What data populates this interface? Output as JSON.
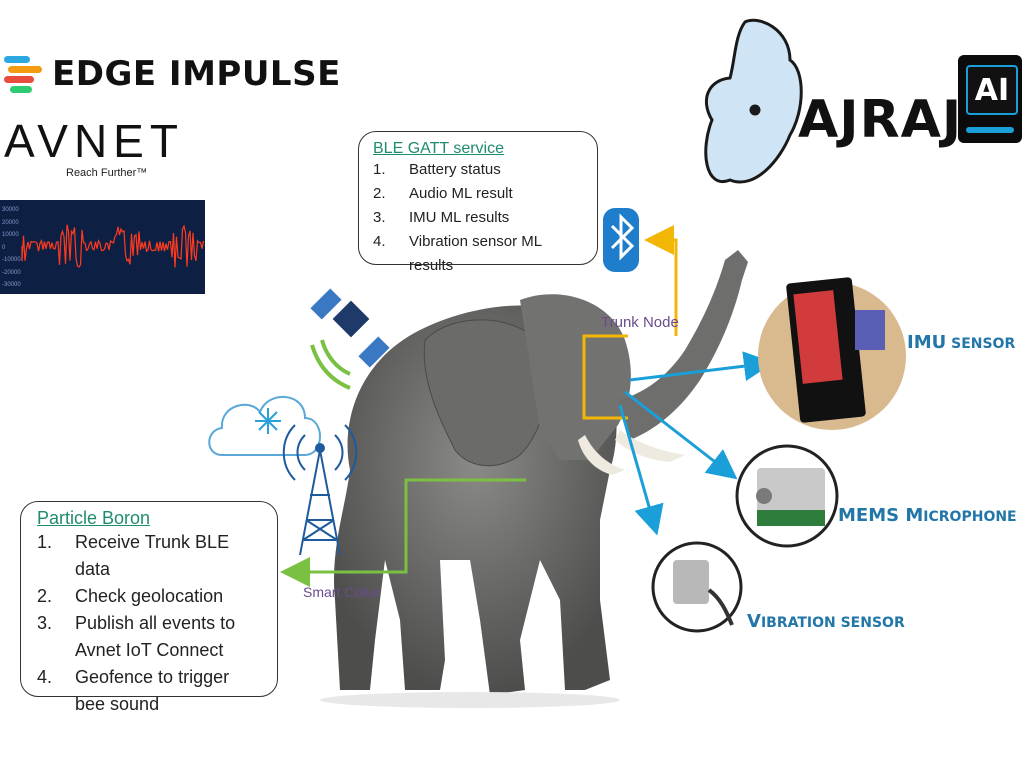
{
  "logos": {
    "edge_impulse": "EDGE IMPULSE",
    "avnet": "AVNET",
    "avnet_tagline": "Reach Further™",
    "ajraj": "AJRAJ",
    "ajraj_dot": ".",
    "ai_badge": "AI"
  },
  "waveform": {
    "y_ticks": [
      "30000",
      "20000",
      "10000",
      "0",
      "-10000",
      "-20000",
      "-30000"
    ]
  },
  "ble_box": {
    "title": "BLE GATT service",
    "items": [
      {
        "num": "1.",
        "text": "Battery status"
      },
      {
        "num": "2.",
        "text": "Audio ML result"
      },
      {
        "num": "3.",
        "text": "IMU ML results"
      },
      {
        "num": "4.",
        "text": "Vibration sensor ML results"
      }
    ]
  },
  "boron_box": {
    "title": "Particle Boron",
    "items": [
      {
        "num": "1.",
        "text": "Receive Trunk BLE data"
      },
      {
        "num": "2.",
        "text": "Check geolocation"
      },
      {
        "num": "3.",
        "text": "Publish all events to Avnet IoT Connect"
      },
      {
        "num": "4.",
        "text": "Geofence to trigger bee sound"
      }
    ]
  },
  "labels": {
    "trunk_node": "Trunk Node",
    "smart_collar": "Smart Collar"
  },
  "sensors": {
    "imu": {
      "big": "IMU",
      "small": " SENSOR"
    },
    "mems": {
      "big1": "MEMS",
      "big2": "M",
      "small": "ICROPHONE"
    },
    "vibration": {
      "big": "V",
      "small": "IBRATION SENSOR"
    }
  },
  "colors": {
    "teal_title": "#1e8c6e",
    "sensor_label": "#2276a8",
    "arrow_blue": "#1a9fd9",
    "collar_green": "#7ac143",
    "trunk_yellow": "#f2b705",
    "bluetooth_blue": "#1f7ecb"
  }
}
